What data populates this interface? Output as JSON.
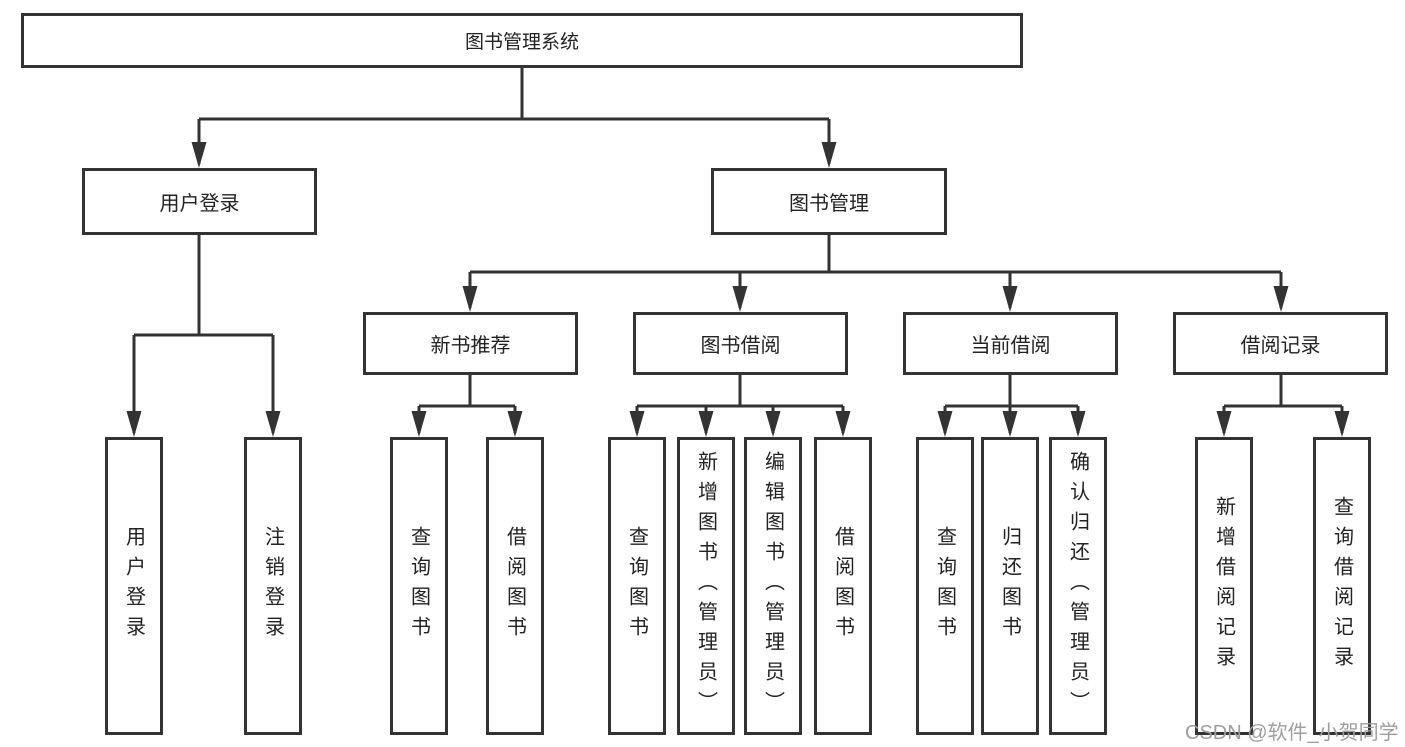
{
  "diagram": {
    "root": {
      "label": "图书管理系统"
    },
    "level1": [
      {
        "label": "用户登录"
      },
      {
        "label": "图书管理"
      }
    ],
    "level2": [
      {
        "label": "新书推荐",
        "parent": "图书管理"
      },
      {
        "label": "图书借阅",
        "parent": "图书管理"
      },
      {
        "label": "当前借阅",
        "parent": "图书管理"
      },
      {
        "label": "借阅记录",
        "parent": "图书管理"
      }
    ],
    "leaves": [
      {
        "label": "用户登录",
        "parent": "用户登录"
      },
      {
        "label": "注销登录",
        "parent": "用户登录"
      },
      {
        "label": "查询图书",
        "parent": "新书推荐"
      },
      {
        "label": "借阅图书",
        "parent": "新书推荐"
      },
      {
        "label": "查询图书",
        "parent": "图书借阅"
      },
      {
        "label": "新增图书（管理员）",
        "parent": "图书借阅"
      },
      {
        "label": "编辑图书（管理员）",
        "parent": "图书借阅"
      },
      {
        "label": "借阅图书",
        "parent": "图书借阅"
      },
      {
        "label": "查询图书",
        "parent": "当前借阅"
      },
      {
        "label": "归还图书",
        "parent": "当前借阅"
      },
      {
        "label": "确认归还（管理员）",
        "parent": "当前借阅"
      },
      {
        "label": "新增借阅记录",
        "parent": "借阅记录"
      },
      {
        "label": "查询借阅记录",
        "parent": "借阅记录"
      }
    ]
  },
  "watermark": "CSDN @软件_小贺同学",
  "colors": {
    "line": "#333333",
    "text": "#222222",
    "watermark": "#9e9e9e",
    "background": "#ffffff"
  }
}
